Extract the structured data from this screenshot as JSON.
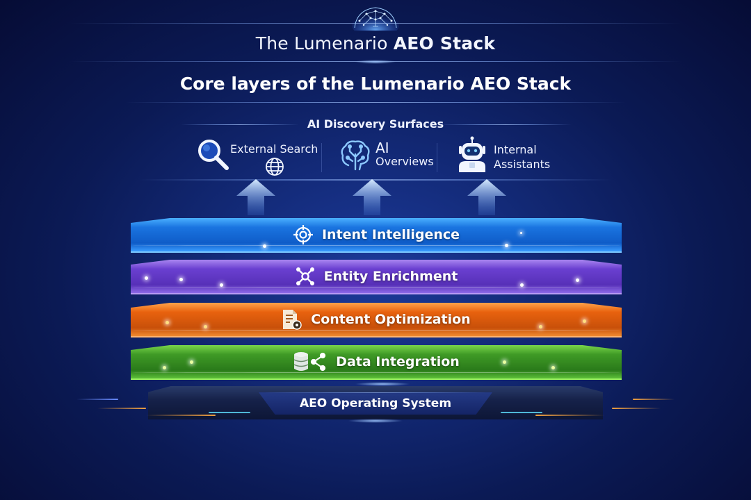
{
  "header": {
    "title_light": "The Lumenario ",
    "title_bold": "AEO Stack",
    "subtitle": "Core layers of the Lumenario AEO Stack",
    "logo_icon": "brain-network-icon"
  },
  "discovery": {
    "label": "AI Discovery Surfaces",
    "surfaces": [
      {
        "label_line1": "External Search",
        "label_line2": "",
        "icon": "magnifier-icon",
        "secondary_icon": "globe-icon"
      },
      {
        "label_line1": "AI",
        "label_line2": "Overviews",
        "icon": "brain-circuit-icon"
      },
      {
        "label_line1": "Internal",
        "label_line2": "Assistants",
        "icon": "robot-icon"
      }
    ]
  },
  "layers": [
    {
      "label": "Intent Intelligence",
      "icon": "target-icon",
      "color": "#1a74e0"
    },
    {
      "label": "Entity Enrichment",
      "icon": "network-nodes-icon",
      "color": "#6a3fd0"
    },
    {
      "label": "Content Optimization",
      "icon": "document-gear-icon",
      "color": "#e8620e"
    },
    {
      "label": "Data Integration",
      "icon": "database-share-icon",
      "color": "#3f9a26"
    }
  ],
  "base": {
    "label": "AEO Operating System",
    "color": "#1a2b6a"
  },
  "colors": {
    "background_top": "#060c35",
    "background_center": "#1c3a9a",
    "accent_glow": "#8fb8ff",
    "circuit_orange": "#f0a040",
    "circuit_cyan": "#5fe0ff"
  }
}
